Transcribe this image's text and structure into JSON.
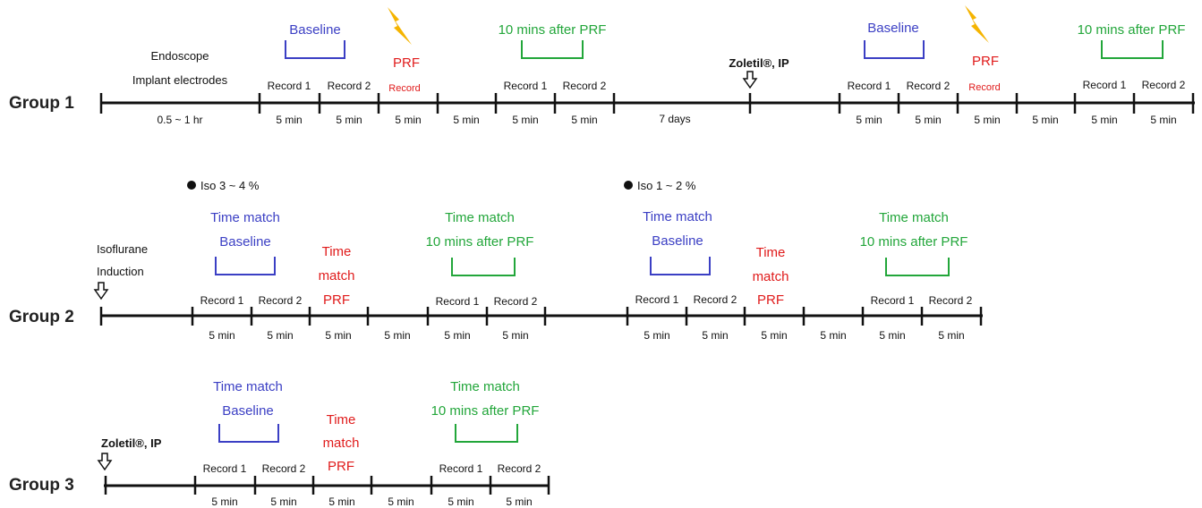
{
  "colors": {
    "baseline": "#3b3fc4",
    "after_prf": "#22a63a",
    "prf": "#e01b1b",
    "bolt": "#f5b400",
    "axis": "#111111"
  },
  "group1": {
    "label": "Group 1",
    "procedure": [
      "Endoscope",
      "Implant electrodes"
    ],
    "durations": [
      "0.5 ~ 1 hr",
      "5 min",
      "5 min",
      "5 min",
      "5 min",
      "5 min",
      "5 min",
      "7 days",
      "5 min",
      "5 min",
      "5 min",
      "5 min",
      "5 min",
      "5 min"
    ],
    "records": [
      "Record 1",
      "Record 2",
      "Record 1",
      "Record 2",
      "Record 1",
      "Record 2",
      "Record 1",
      "Record 2"
    ],
    "baseline_label": "Baseline",
    "after_label": "10 mins after PRF",
    "prf_label": "PRF",
    "prf_record_label": "Record",
    "injection": "Zoletil®, IP"
  },
  "group2": {
    "label": "Group 2",
    "induction": [
      "Isoflurane",
      "Induction"
    ],
    "iso_low": "Iso 3 ~ 4 %",
    "iso_high": "Iso 1 ~ 2 %",
    "time_match": "Time match",
    "baseline_label": "Baseline",
    "after_label": "10 mins after PRF",
    "prf_lines": [
      "Time",
      "match",
      "PRF"
    ],
    "records": [
      "Record 1",
      "Record 2",
      "Record 1",
      "Record 2",
      "Record 1",
      "Record 2",
      "Record 1",
      "Record 2"
    ],
    "durations": [
      "5 min",
      "5 min",
      "5 min",
      "5 min",
      "5 min",
      "5 min",
      "5 min",
      "5 min",
      "5 min",
      "5 min",
      "5 min",
      "5 min"
    ]
  },
  "group3": {
    "label": "Group 3",
    "injection": "Zoletil®, IP",
    "time_match": "Time match",
    "baseline_label": "Baseline",
    "after_label": "10 mins after PRF",
    "prf_lines": [
      "Time",
      "match",
      "PRF"
    ],
    "records": [
      "Record 1",
      "Record 2",
      "Record 1",
      "Record 2"
    ],
    "durations": [
      "5 min",
      "5 min",
      "5 min",
      "5 min",
      "5 min",
      "5 min"
    ]
  }
}
